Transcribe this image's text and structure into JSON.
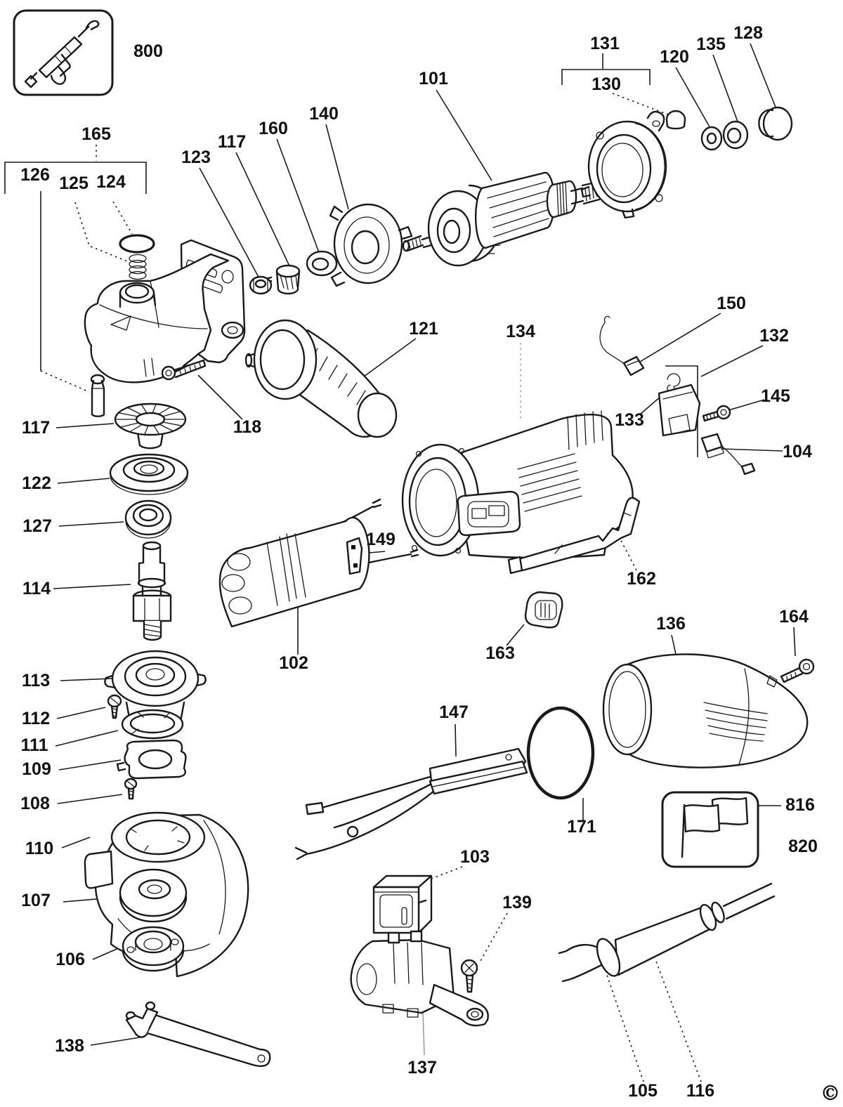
{
  "diagram": {
    "colors": {
      "ink": "#1a1a1a",
      "background": "#ffffff"
    },
    "labels": {
      "800": "800",
      "165": "165",
      "126": "126",
      "125": "125",
      "124": "124",
      "123": "123",
      "117_pinion": "117",
      "160": "160",
      "140": "140",
      "101": "101",
      "131": "131",
      "130": "130",
      "120": "120",
      "135": "135",
      "128": "128",
      "121": "121",
      "118": "118",
      "117_gear": "117",
      "122": "122",
      "127": "127",
      "114": "114",
      "113": "113",
      "112": "112",
      "111": "111",
      "109": "109",
      "108": "108",
      "110": "110",
      "107": "107",
      "106": "106",
      "138": "138",
      "134": "134",
      "150": "150",
      "132": "132",
      "133": "133",
      "145": "145",
      "104": "104",
      "149": "149",
      "102": "102",
      "162": "162",
      "163": "163",
      "136": "136",
      "164": "164",
      "147": "147",
      "171": "171",
      "816": "816",
      "820": "820",
      "103": "103",
      "139": "139",
      "137": "137",
      "105": "105",
      "116": "116",
      "copyright": "©"
    }
  }
}
